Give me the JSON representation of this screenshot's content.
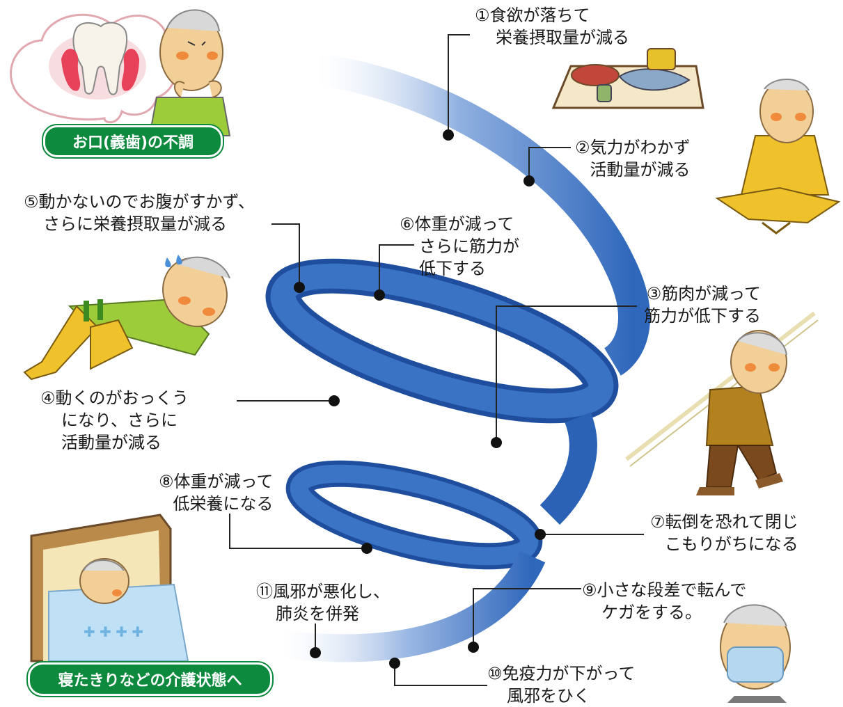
{
  "badges": {
    "oral_trouble": "お口(義歯)の不調",
    "bedridden": "寝たきりなどの介護状態へ"
  },
  "steps": [
    {
      "num": "①",
      "lines": [
        "食欲が落ちて",
        "栄養摂取量が減る"
      ]
    },
    {
      "num": "②",
      "lines": [
        "気力がわかず",
        "活動量が減る"
      ]
    },
    {
      "num": "③",
      "lines": [
        "筋肉が減って",
        "筋力が低下する"
      ]
    },
    {
      "num": "④",
      "lines": [
        "動くのがおっくう",
        "になり、さらに",
        "活動量が減る"
      ]
    },
    {
      "num": "⑤",
      "lines": [
        "動かないのでお腹がすかず、",
        "さらに栄養摂取量が減る"
      ]
    },
    {
      "num": "⑥",
      "lines": [
        "体重が減って",
        "さらに筋力が",
        "低下する"
      ]
    },
    {
      "num": "⑦",
      "lines": [
        "転倒を恐れて閉じ",
        "こもりがちになる"
      ]
    },
    {
      "num": "⑧",
      "lines": [
        "体重が減って",
        "低栄養になる"
      ]
    },
    {
      "num": "⑨",
      "lines": [
        "小さな段差で転んで",
        "ケガをする。"
      ]
    },
    {
      "num": "⑩",
      "lines": [
        "免疫力が下がって",
        "風邪をひく"
      ]
    },
    {
      "num": "⑪",
      "lines": [
        "風邪が悪化し、",
        "肺炎を併発"
      ]
    }
  ],
  "colors": {
    "ribbon": "#2b63b8",
    "ribbon_light": "#7ea6de",
    "badge": "#0e8a3e",
    "skin": "#f3cf98",
    "cheek": "#f08a3c",
    "shirt_green": "#9ccc3a",
    "shirt_yellow": "#efc22b",
    "sweater_brown": "#b4811f",
    "pants_brown": "#7a4a1e"
  },
  "icons": [
    "tooth-icon",
    "meal-tray-icon",
    "elderly-man-icon",
    "bed-icon",
    "mask-icon"
  ]
}
